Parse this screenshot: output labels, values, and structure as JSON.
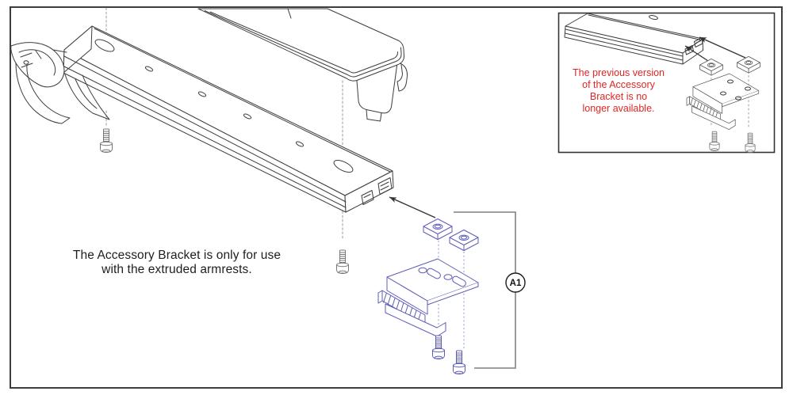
{
  "diagram": {
    "caption": {
      "line1": "The Accessory Bracket is only for use",
      "line2": "with the extruded armrests."
    },
    "callout": {
      "label": "A1"
    },
    "inset": {
      "note_line1": "The previous version",
      "note_line2": "of the Accessory",
      "note_line3": "Bracket is no",
      "note_line4": "longer available."
    }
  },
  "colors": {
    "line": "#3d3d3d",
    "blue": "#5c5cb8",
    "red": "#e02525",
    "gray": "#999999"
  }
}
